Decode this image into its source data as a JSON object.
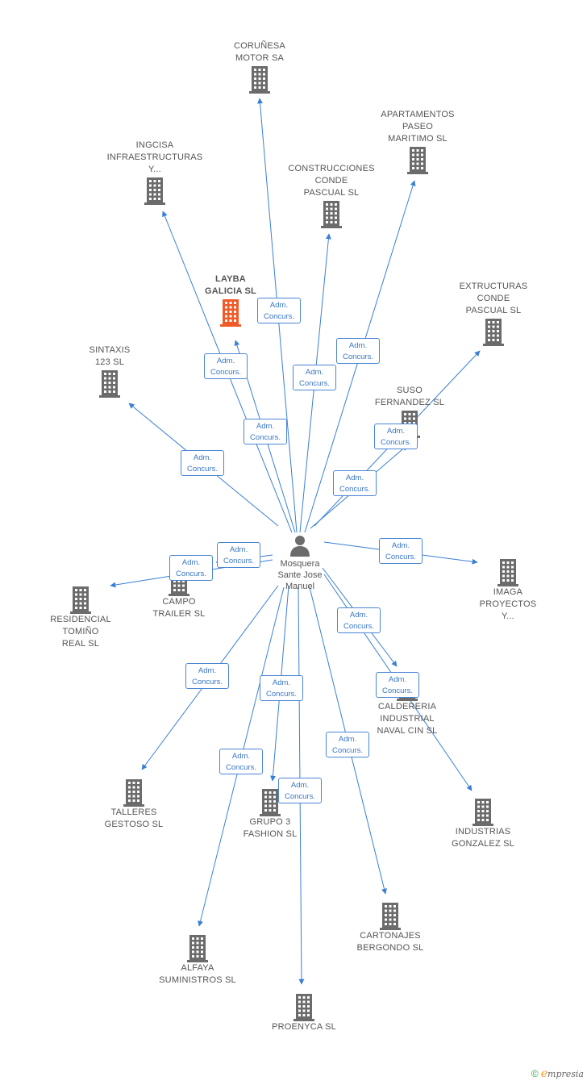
{
  "center": {
    "name": "Mosquera\nSante Jose\nManuel",
    "icon": "person-icon"
  },
  "badge_label": "Adm.\nConcurs.",
  "colors": {
    "edge": "#3a7fd5",
    "building": "#6b6b6b",
    "highlight": "#f05a28",
    "badge_text": "#3a76c4"
  },
  "companies": [
    {
      "id": "corunesa",
      "name": "CORUÑESA\nMOTOR SA",
      "highlight": false
    },
    {
      "id": "apartamentos",
      "name": "APARTAMENTOS\nPASEO\nMARITIMO SL",
      "highlight": false
    },
    {
      "id": "ingcisa",
      "name": "INGCISA\nINFRAESTRUCTURAS\nY...",
      "highlight": false
    },
    {
      "id": "construcciones",
      "name": "CONSTRUCCIONES\nCONDE\nPASCUAL SL",
      "highlight": false
    },
    {
      "id": "layba",
      "name": "LAYBA\nGALICIA SL",
      "highlight": true
    },
    {
      "id": "extructuras",
      "name": "EXTRUCTURAS\nCONDE\nPASCUAL SL",
      "highlight": false
    },
    {
      "id": "sintaxis",
      "name": "SINTAXIS\n123 SL",
      "highlight": false
    },
    {
      "id": "suso",
      "name": "SUSO\nFERNANDEZ SL",
      "highlight": false
    },
    {
      "id": "campo",
      "name": "CAMPO\nTRAILER SL",
      "highlight": false
    },
    {
      "id": "residencial",
      "name": "RESIDENCIAL\nTOMIÑO\nREAL SL",
      "highlight": false
    },
    {
      "id": "imaga",
      "name": "IMAGA\nPROYECTOS\nY...",
      "highlight": false
    },
    {
      "id": "caldereria",
      "name": "CALDERERIA\nINDUSTRIAL\nNAVAL CIN SL",
      "highlight": false
    },
    {
      "id": "talleres",
      "name": "TALLERES\nGESTOSO SL",
      "highlight": false
    },
    {
      "id": "grupo3",
      "name": "GRUPO 3\nFASHION SL",
      "highlight": false
    },
    {
      "id": "industrias",
      "name": "INDUSTRIAS\nGONZALEZ SL",
      "highlight": false
    },
    {
      "id": "cartonajes",
      "name": "CARTONAJES\nBERGONDO SL",
      "highlight": false
    },
    {
      "id": "alfaya",
      "name": "ALFAYA\nSUMINISTROS SL",
      "highlight": false
    },
    {
      "id": "proenyca",
      "name": "PROENYCA SL",
      "highlight": false
    }
  ],
  "footer": {
    "copyright": "©",
    "brand_initial": "e",
    "brand_rest": "mpresia"
  }
}
